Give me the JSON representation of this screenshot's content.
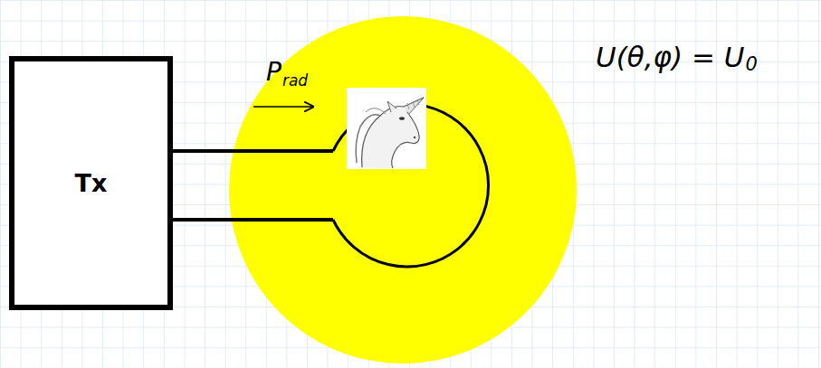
{
  "diagram": {
    "nodes": [
      {
        "text": [
          "Tx"
        ]
      }
    ],
    "labels": [
      "P",
      "rad",
      "U(θ,φ) = U",
      "0"
    ]
  }
}
